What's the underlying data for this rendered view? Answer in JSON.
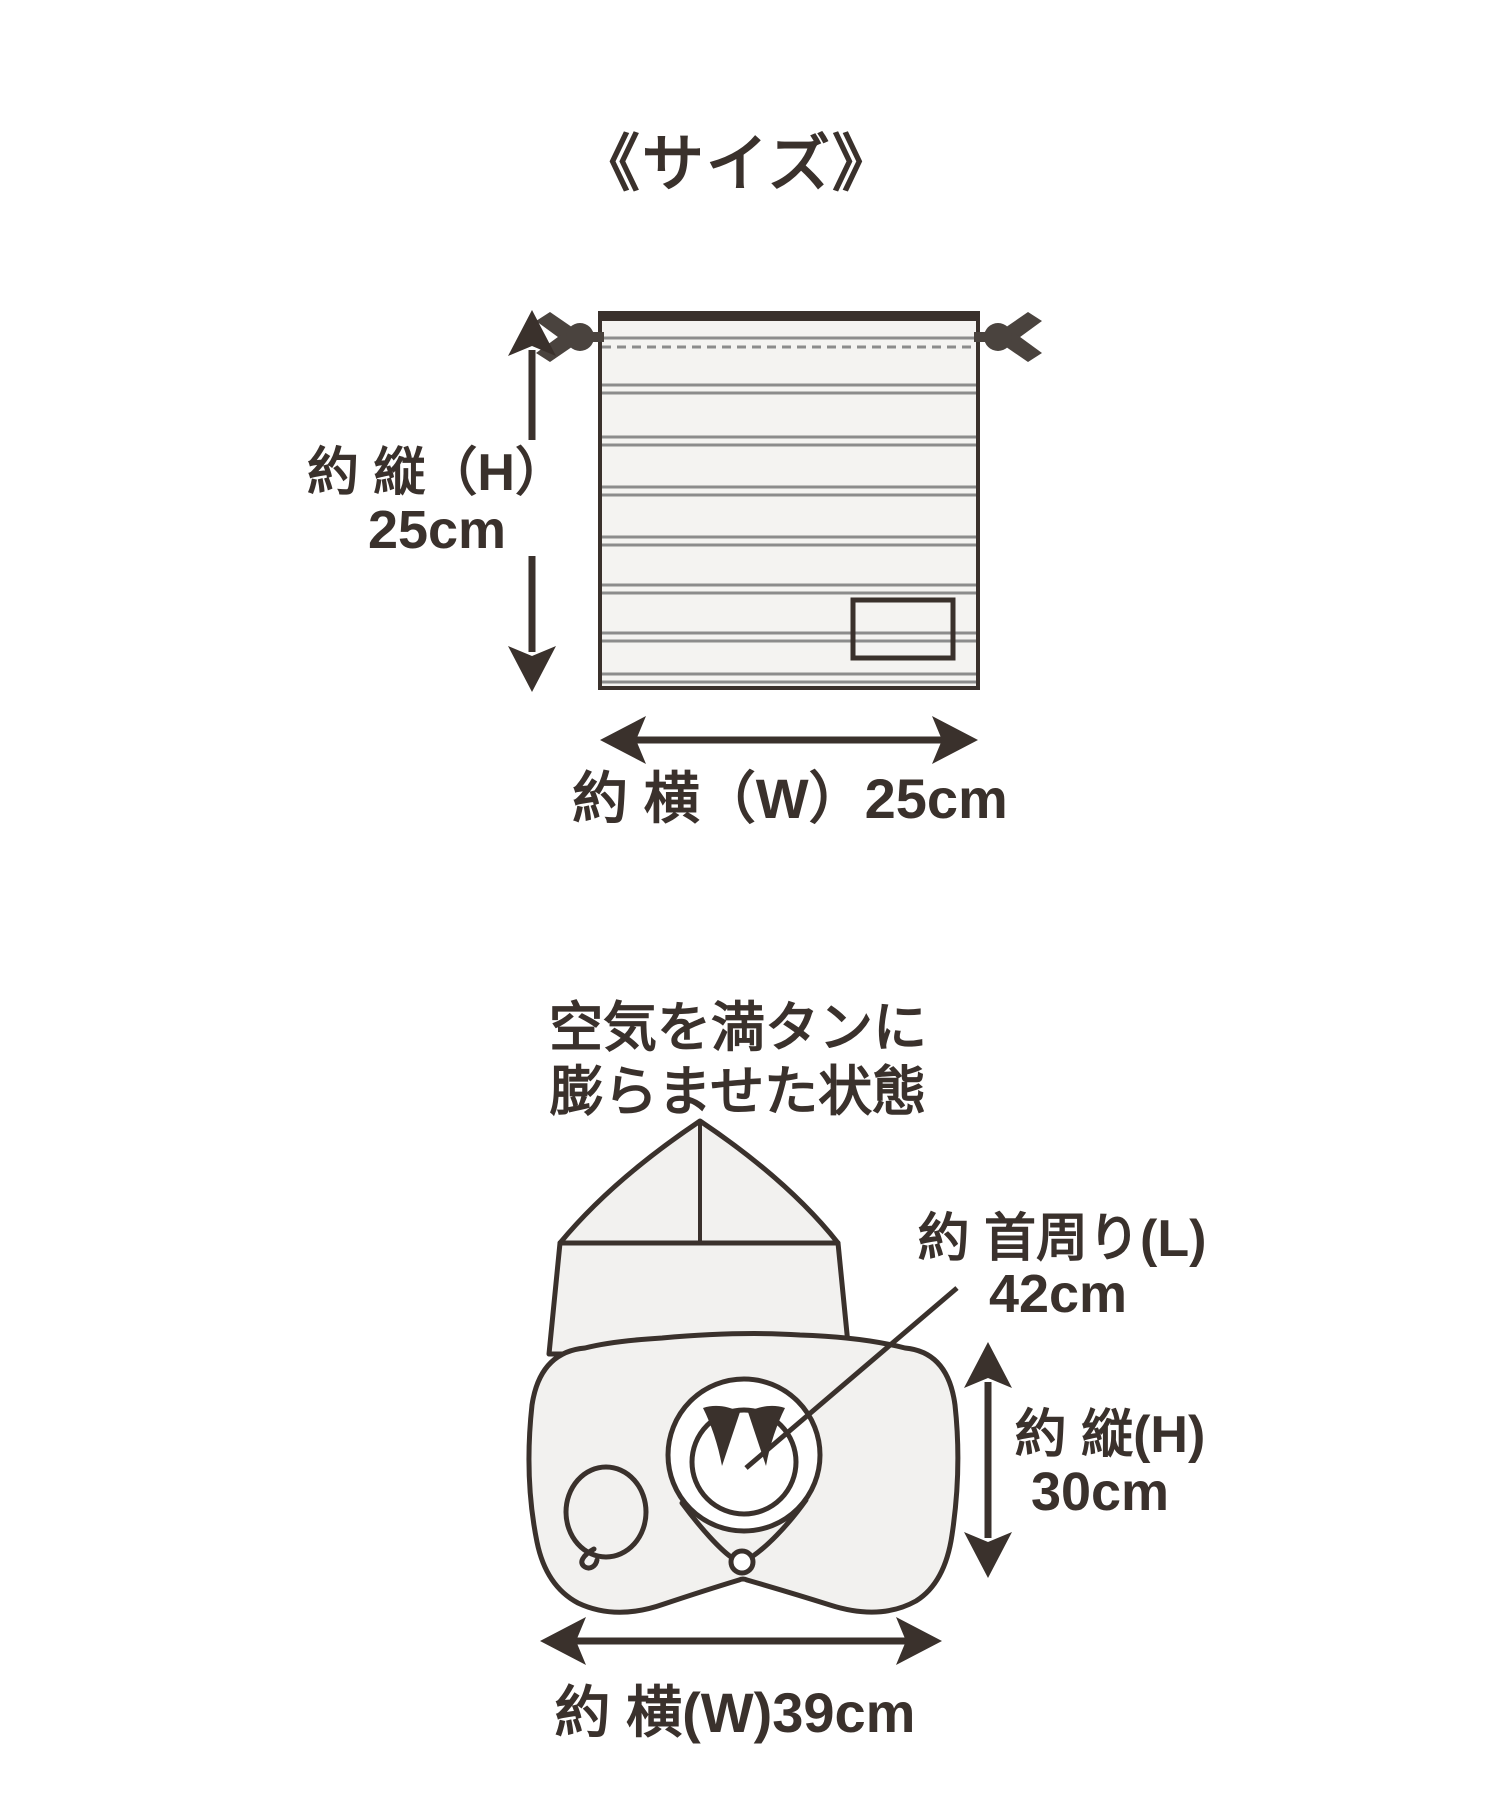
{
  "title": "《サイズ》",
  "colors": {
    "ink": "#3a312c",
    "line_gray": "#8c8c8c",
    "bag_fill": "#f4f3f1",
    "pillow_fill": "#f2f1ef",
    "knot": "#4a433e"
  },
  "bag": {
    "height_label": "約 縦（H）",
    "height_value": "25cm",
    "width_label": "約 横（W）25cm"
  },
  "pillow": {
    "caption": [
      "空気を満タンに",
      "膨らませた状態"
    ],
    "neck_label": "約 首周り(L)",
    "neck_value": "42cm",
    "height_label": "約 縦(H)",
    "height_value": "30cm",
    "width_label": "約 横(W)39cm"
  }
}
